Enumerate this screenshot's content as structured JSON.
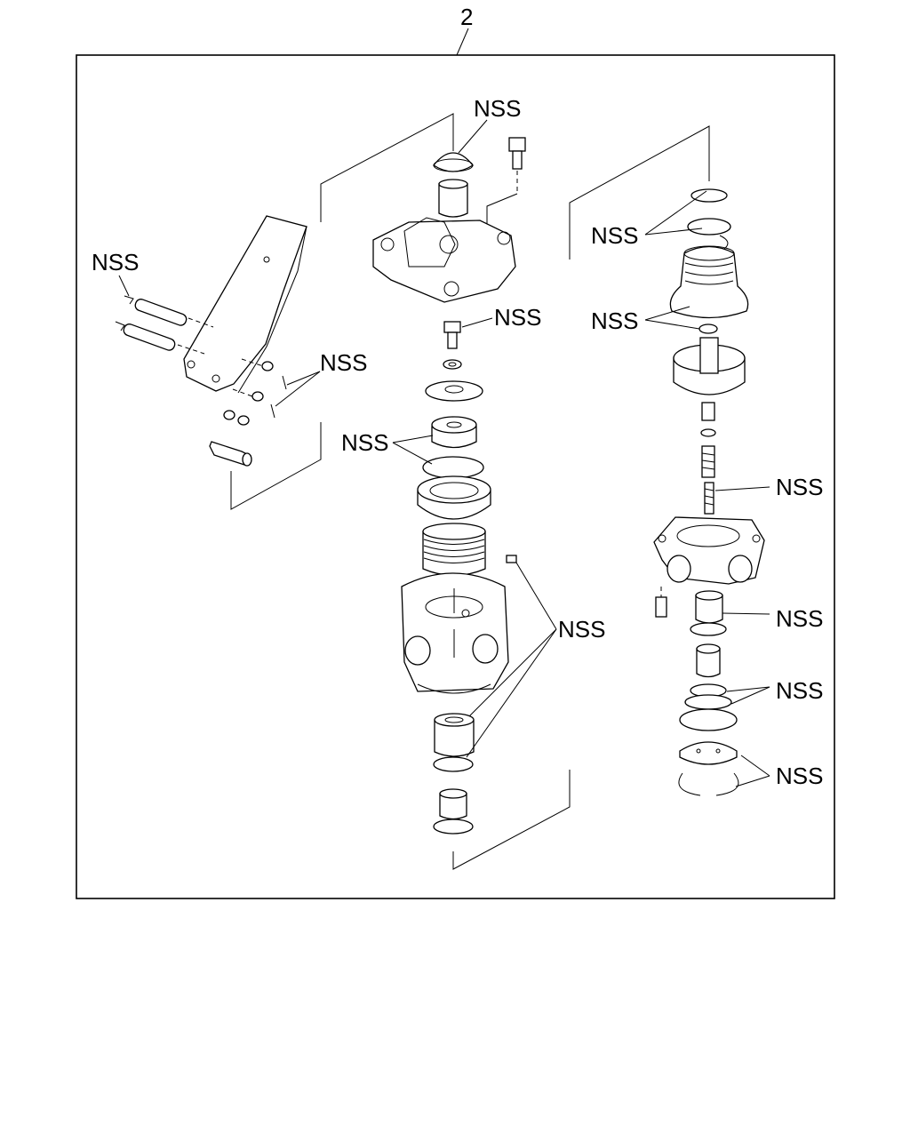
{
  "diagram": {
    "reference_number": "2",
    "callouts": [
      {
        "id": "nss-top-center",
        "text": "NSS"
      },
      {
        "id": "nss-left-pin",
        "text": "NSS"
      },
      {
        "id": "nss-cotter",
        "text": "NSS"
      },
      {
        "id": "nss-bolt",
        "text": "NSS"
      },
      {
        "id": "nss-seal-ring",
        "text": "NSS"
      },
      {
        "id": "nss-body-key",
        "text": "NSS"
      },
      {
        "id": "nss-right-top",
        "text": "NSS"
      },
      {
        "id": "nss-right-boot",
        "text": "NSS"
      },
      {
        "id": "nss-right-spring",
        "text": "NSS"
      },
      {
        "id": "nss-right-sleeve",
        "text": "NSS"
      },
      {
        "id": "nss-right-rings",
        "text": "NSS"
      },
      {
        "id": "nss-right-snap",
        "text": "NSS"
      }
    ]
  }
}
